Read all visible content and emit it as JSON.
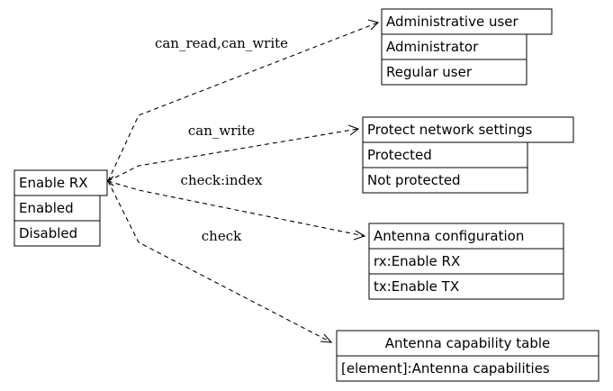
{
  "nodes": {
    "enable_rx": {
      "title": "Enable RX",
      "rows": [
        "Enabled",
        "Disabled"
      ]
    },
    "admin_user": {
      "title": "Administrative user",
      "rows": [
        "Administrator",
        "Regular user"
      ]
    },
    "protect_net": {
      "title": "Protect network settings",
      "rows": [
        "Protected",
        "Not protected"
      ]
    },
    "antenna_config": {
      "title": "Antenna configuration",
      "rows": [
        "rx:Enable RX",
        "tx:Enable TX"
      ]
    },
    "antenna_cap": {
      "title": "Antenna capability table",
      "rows": [
        "[element]:Antenna capabilities"
      ]
    }
  },
  "edges": [
    {
      "label": "can_read,can_write"
    },
    {
      "label": "can_write"
    },
    {
      "label": "check:index"
    },
    {
      "label": "check"
    }
  ]
}
